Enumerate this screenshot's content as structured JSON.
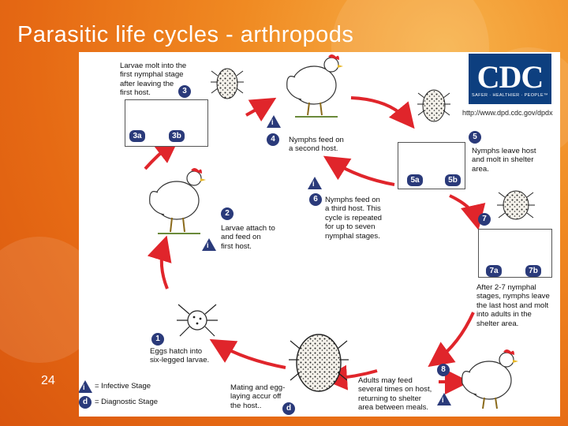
{
  "slide": {
    "title": "Parasitic life cycles - arthropods",
    "number": "24"
  },
  "logo": {
    "letters": "CDC",
    "tagline": "SAFER · HEALTHIER · PEOPLE™",
    "url": "http://www.dpd.cdc.gov/dpdx"
  },
  "steps": {
    "s1": "1",
    "s2": "2",
    "s3": "3",
    "s4": "4",
    "s5": "5",
    "s6": "6",
    "s7": "7",
    "s8": "8",
    "s3a": "3a",
    "s3b": "3b",
    "s5a": "5a",
    "s5b": "5b",
    "s7a": "7a",
    "s7b": "7b",
    "infective_marker": "i",
    "diagnostic_marker": "d"
  },
  "captions": {
    "step1": "Eggs hatch into\nsix-legged larvae.",
    "step2": "Larvae attach to\nand feed on\nfirst host.",
    "step3": "Larvae molt into the\nfirst nymphal stage\nafter leaving the\nfirst host.",
    "step4": "Nymphs feed on\na second host.",
    "step5": "Nymphs leave host\nand molt in shelter\narea.",
    "step6": "Nymphs feed on\na third host.  This\ncycle is repeated\nfor up to seven\nnymphal stages.",
    "step7": "After 2-7 nymphal\nstages, nymphs leave\nthe last host and molt\ninto adults in the\nshelter area.",
    "step8": "Adults may feed\nseveral times on host,\nreturning to shelter\narea between meals.",
    "mating": "Mating and egg-\nlaying accur off\nthe host.."
  },
  "legend": {
    "infective": "= Infective Stage",
    "diagnostic": "= Diagnostic Stage"
  },
  "colors": {
    "arrow": "#e0252b",
    "badge": "#2a3a7a",
    "background_orange": "#f08a22",
    "cdc_blue": "#0d3f7f"
  }
}
